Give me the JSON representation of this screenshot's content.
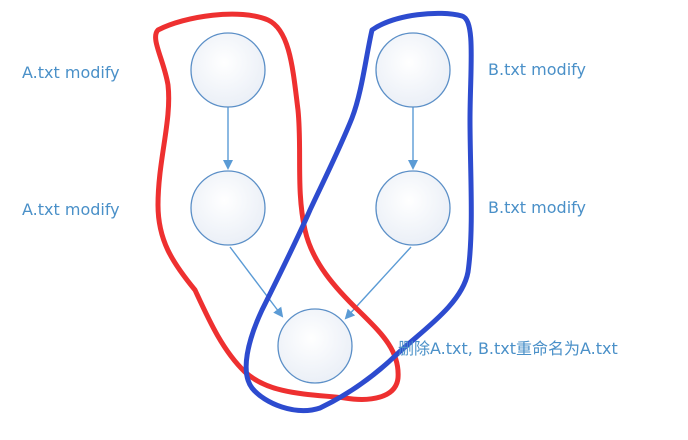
{
  "labels": {
    "a_modify_1": "A.txt modify",
    "a_modify_2": "A.txt modify",
    "b_modify_1": "B.txt modify",
    "b_modify_2": "B.txt modify",
    "merge": "删除A.txt, B.txt重命名为A.txt"
  },
  "colors": {
    "label_text": "#4a90c8",
    "node_stroke": "#5b8fc7",
    "node_fill_inner": "#ffffff",
    "node_fill_outer": "#eaf0f8",
    "arrow": "#5b9bd5",
    "outline_a": "#ee3030",
    "outline_b": "#2d4bcf"
  }
}
